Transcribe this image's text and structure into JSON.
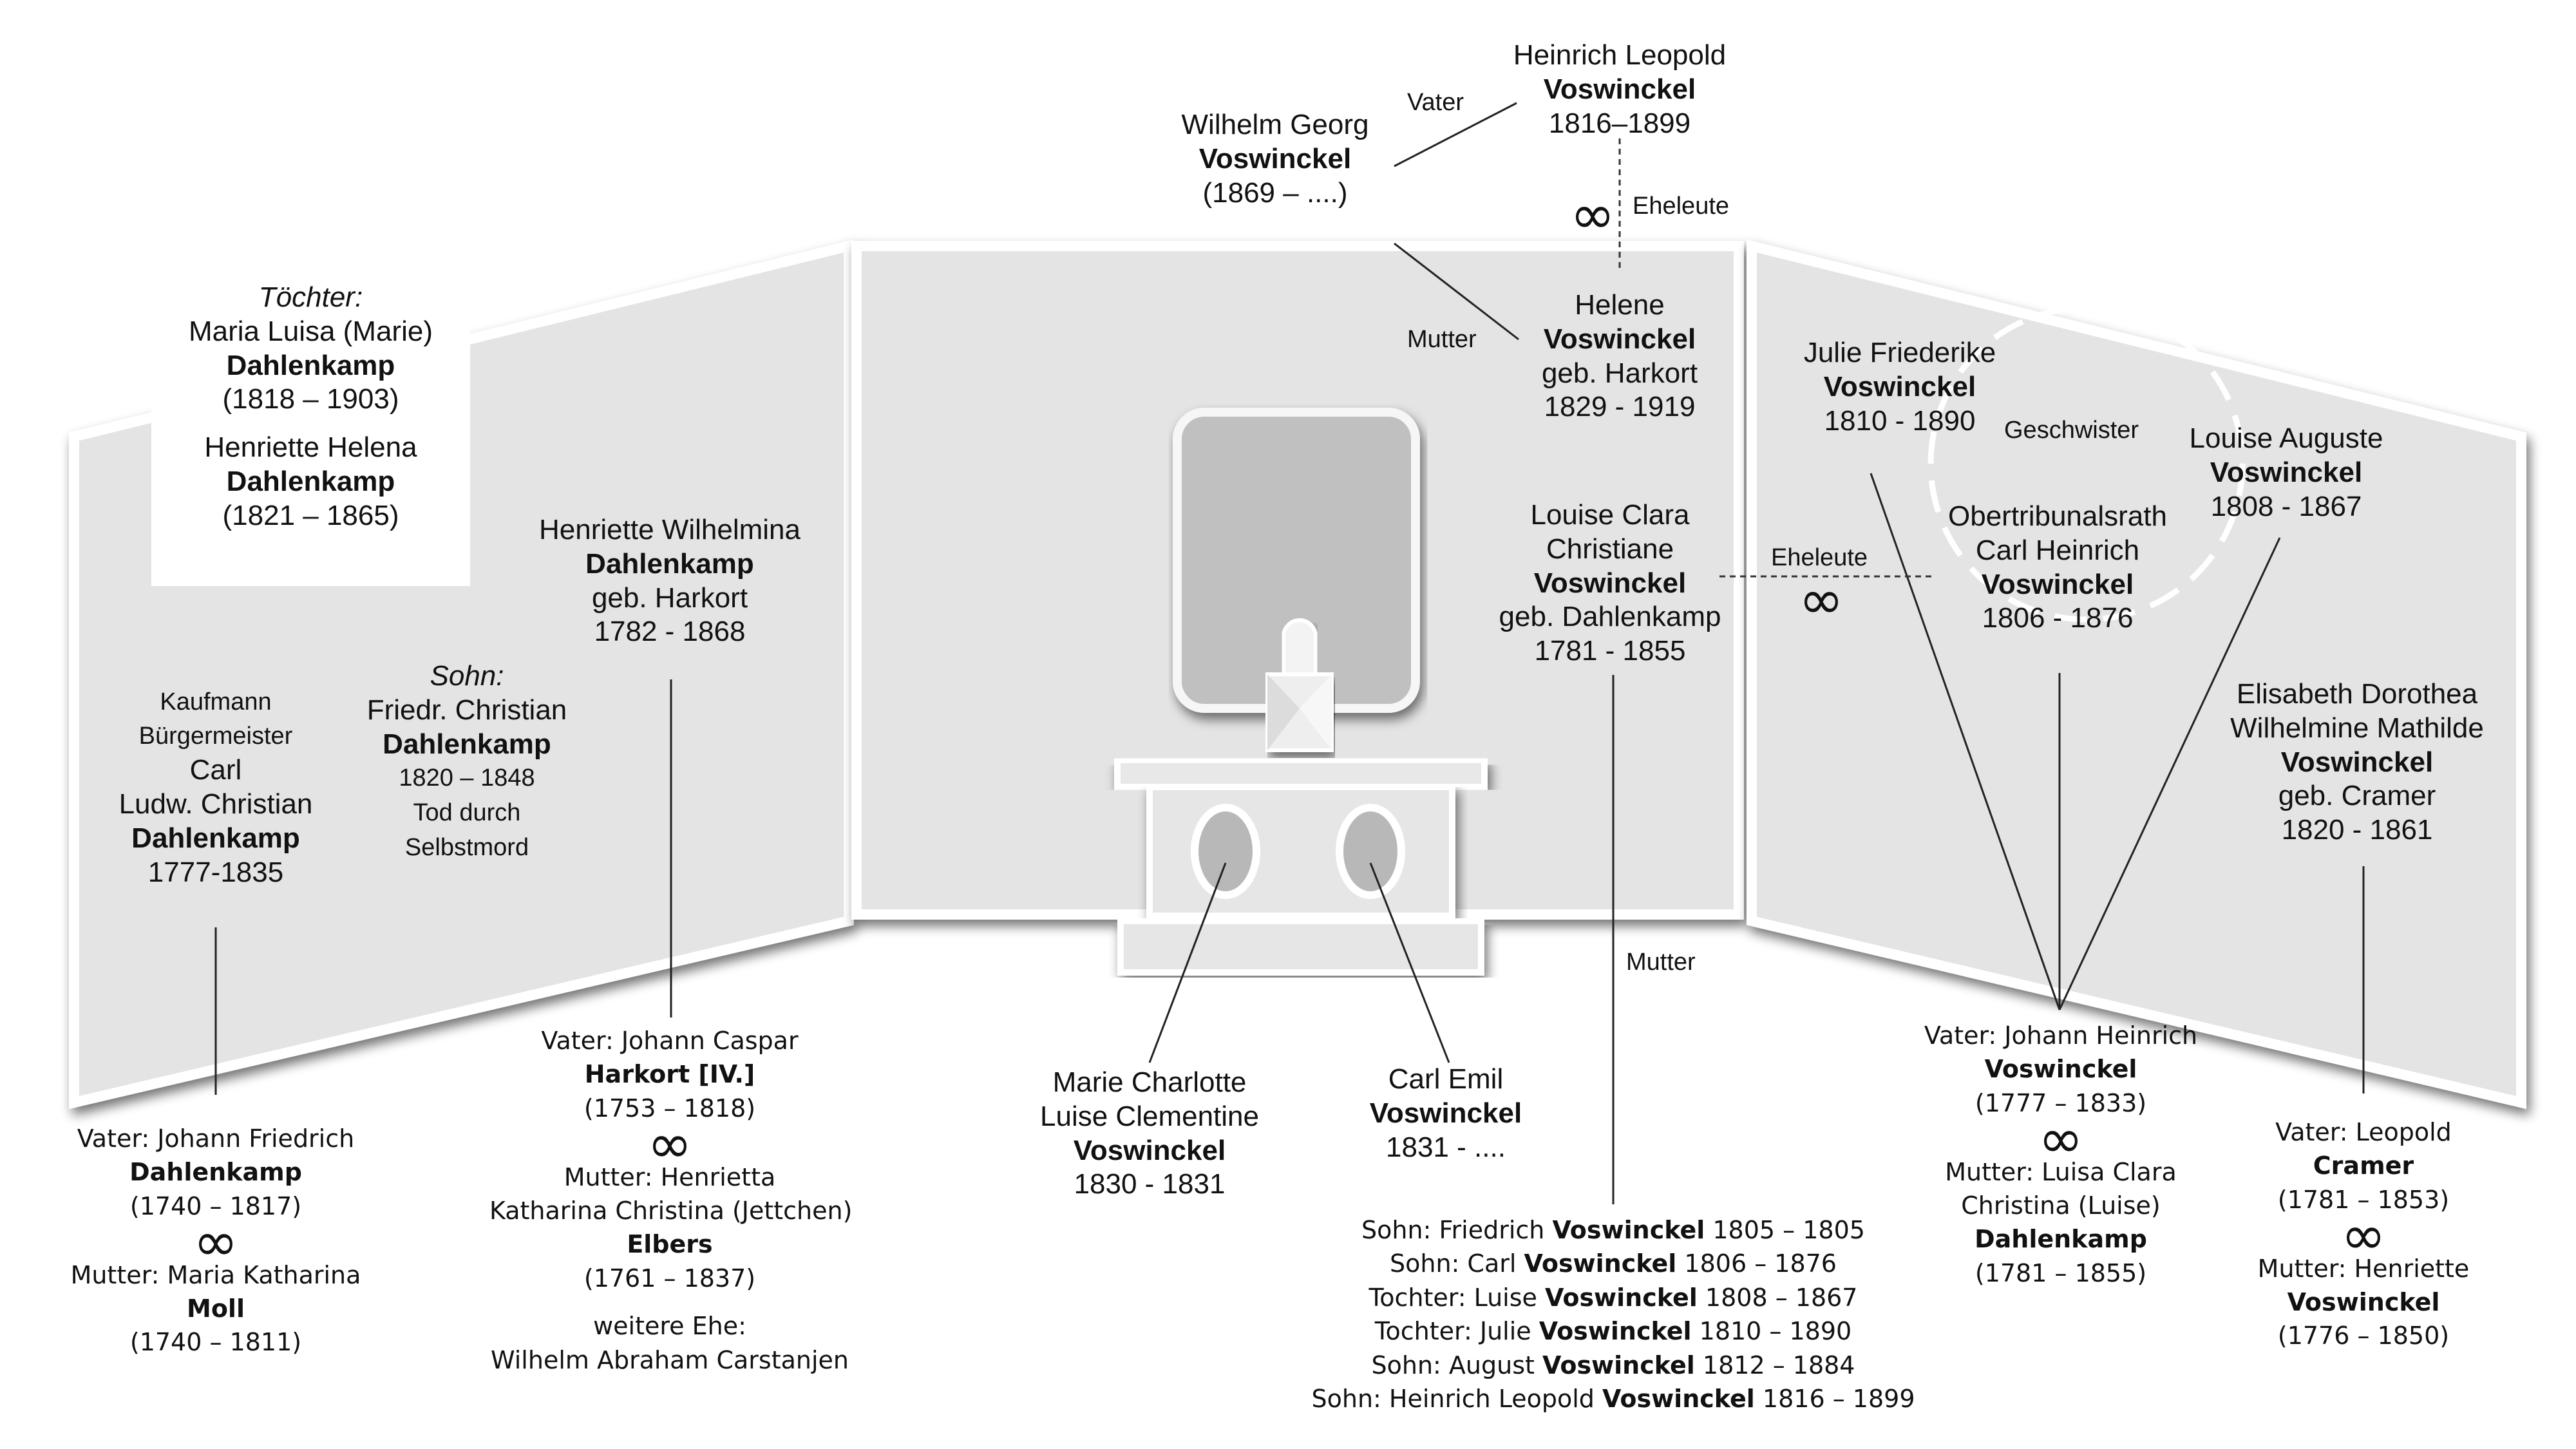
{
  "left_panel": {
    "daughters": {
      "heading": "Töchter:",
      "d1_name": "Maria Luisa (Marie)",
      "d1_surname": "Dahlenkamp",
      "d1_dates": "(1818 – 1903)",
      "d2_name": "Henriette Helena",
      "d2_surname": "Dahlenkamp",
      "d2_dates": "(1821 – 1865)"
    },
    "henriette_wilhelmina": {
      "given": "Henriette Wilhelmina",
      "surname": "Dahlenkamp",
      "birth": "geb. Harkort",
      "dates": "1782 - 1868"
    },
    "carl": {
      "title1": "Kaufmann",
      "title2": "Bürgermeister",
      "given1": "Carl",
      "given2": "Ludw. Christian",
      "surname": "Dahlenkamp",
      "dates": "1777-1835"
    },
    "son": {
      "heading": "Sohn:",
      "given": "Friedr. Christian",
      "surname": "Dahlenkamp",
      "dates": "1820 – 1848",
      "note1": "Tod durch",
      "note2": "Selbstmord"
    }
  },
  "center_panel": {
    "wilhelm_georg": {
      "given": "Wilhelm Georg",
      "surname": "Voswinckel",
      "dates": "(1869 – ....)"
    },
    "heinrich_leopold": {
      "given": "Heinrich Leopold",
      "surname": "Voswinckel",
      "dates": "1816–1899"
    },
    "helene": {
      "given": "Helene",
      "surname": "Voswinckel",
      "birth": "geb. Harkort",
      "dates": "1829 - 1919"
    },
    "louise_clara": {
      "given1": "Louise Clara",
      "given2": "Christiane",
      "surname": "Voswinckel",
      "birth": "geb. Dahlenkamp",
      "dates": "1781 - 1855"
    },
    "marie_charlotte": {
      "given1": "Marie Charlotte",
      "given2": "Luise Clementine",
      "surname": "Voswinckel",
      "dates": "1830 - 1831"
    },
    "carl_emil": {
      "given": "Carl Emil",
      "surname": "Voswinckel",
      "dates": "1831 - ...."
    }
  },
  "right_panel": {
    "julie": {
      "given": "Julie Friederike",
      "surname": "Voswinckel",
      "dates": "1810 - 1890"
    },
    "louise_auguste": {
      "given": "Louise Auguste",
      "surname": "Voswinckel",
      "dates": "1808 - 1867"
    },
    "carl_heinrich": {
      "given1": "Obertribunalsrath",
      "given2": "Carl Heinrich",
      "surname": "Voswinckel",
      "dates": "1806 - 1876"
    },
    "elisabeth": {
      "given1": "Elisabeth Dorothea",
      "given2": "Wilhelmine Mathilde",
      "surname": "Voswinckel",
      "birth": "geb. Cramer",
      "dates": "1820 - 1861"
    }
  },
  "relations": {
    "vater": "Vater",
    "mutter": "Mutter",
    "eheleute": "Eheleute",
    "geschwister": "Geschwister",
    "mutter_lower": "Mutter",
    "infinity": "∞"
  },
  "parents": {
    "carl": {
      "father_prefix": "Vater: Johann Friedrich",
      "father_surname": "Dahlenkamp",
      "father_dates": "(1740 – 1817)",
      "mother_prefix": "Mutter: Maria Katharina",
      "mother_surname": "Moll",
      "mother_dates": "(1740 – 1811)"
    },
    "henriette": {
      "father_prefix": "Vater:  Johann Caspar",
      "father_surname": "Harkort [IV.]",
      "father_dates": "(1753 – 1818)",
      "mother_prefix1": "Mutter: Henrietta",
      "mother_prefix2": "Katharina Christina (Jettchen)",
      "mother_surname": "Elbers",
      "mother_dates": "(1761 – 1837)",
      "further1": "weitere Ehe:",
      "further2": "Wilhelm Abraham Carstanjen"
    },
    "right_siblings": {
      "father_prefix": "Vater: Johann Heinrich",
      "father_surname": "Voswinckel",
      "father_dates": "(1777 – 1833)",
      "mother_prefix1": "Mutter: Luisa Clara",
      "mother_prefix2": "Christina (Luise)",
      "mother_surname": "Dahlenkamp",
      "mother_dates": "(1781 – 1855)"
    },
    "elisabeth": {
      "father_prefix": "Vater: Leopold",
      "father_surname": "Cramer",
      "father_dates": "(1781 – 1853)",
      "mother_prefix": "Mutter: Henriette",
      "mother_surname": "Voswinckel",
      "mother_dates": "(1776 – 1850)"
    }
  },
  "children_list": {
    "c1_pre": "Sohn: Friedrich ",
    "c1_sur": "Voswinckel",
    "c1_post": " 1805 – 1805",
    "c2_pre": "Sohn: Carl ",
    "c2_sur": "Voswinckel",
    "c2_post": " 1806 – 1876",
    "c3_pre": "Tochter: Luise ",
    "c3_sur": "Voswinckel",
    "c3_post": " 1808 – 1867",
    "c4_pre": "Tochter: Julie ",
    "c4_sur": "Voswinckel",
    "c4_post": " 1810 – 1890",
    "c5_pre": "Sohn: August ",
    "c5_sur": "Voswinckel",
    "c5_post": " 1812 – 1884",
    "c6_pre": "Sohn: Heinrich Leopold ",
    "c6_sur": "Voswinckel",
    "c6_post": " 1816 – 1899"
  }
}
